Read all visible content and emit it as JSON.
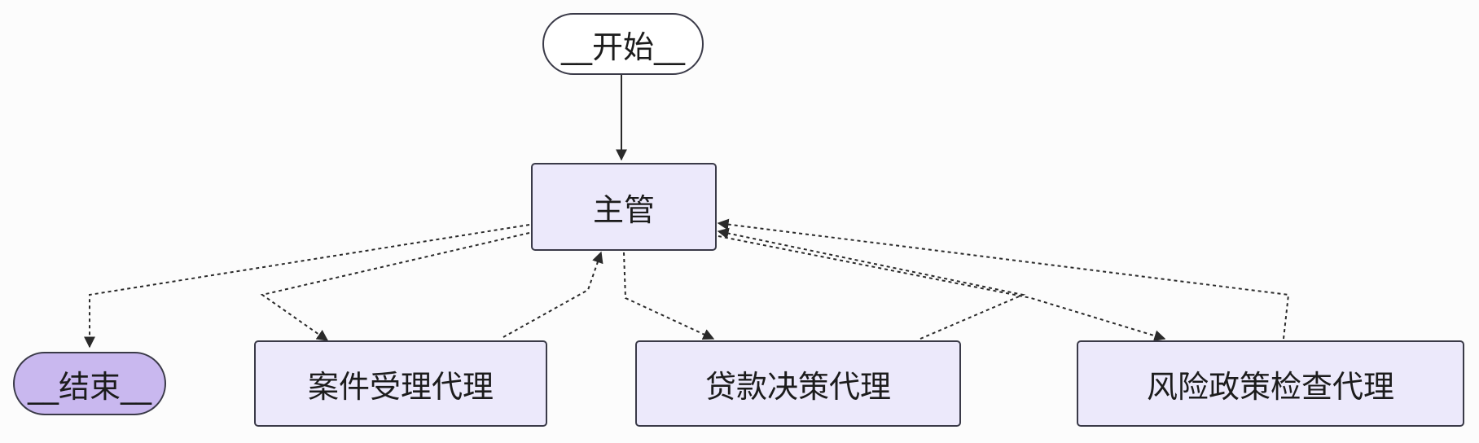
{
  "nodes": {
    "start": "__开始__",
    "supervisor": "主管",
    "end": "__结束__",
    "case_intake": "案件受理代理",
    "loan_decision": "贷款决策代理",
    "risk_check": "风险政策检查代理"
  },
  "colors": {
    "node_fill": "#ece9fb",
    "end_fill": "#c9b8ef",
    "border": "#3a3a48",
    "edge": "#2a2a2a"
  }
}
